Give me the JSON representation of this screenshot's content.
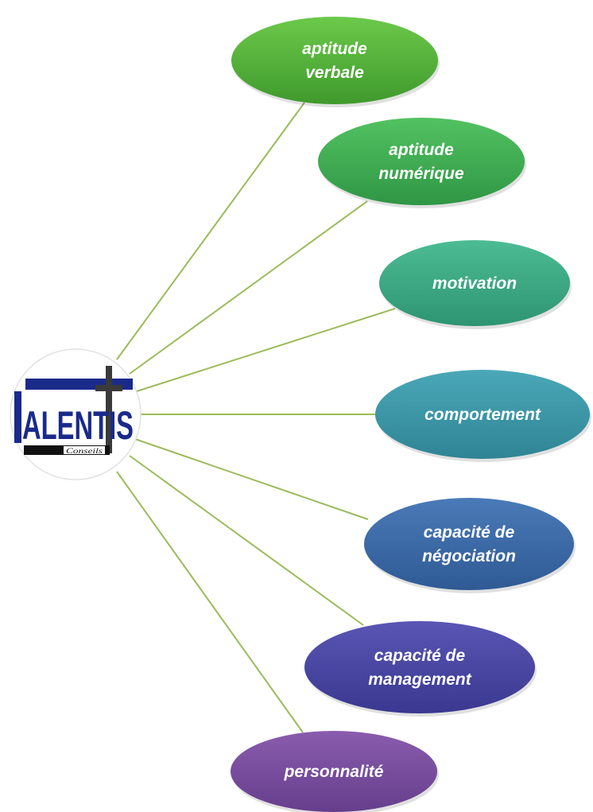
{
  "logo": {
    "brand": "ALENTIS",
    "tagline": "Conseils",
    "color_primary": "#1a2a8a",
    "color_dark": "#111111"
  },
  "diagram": {
    "connector_color": "#9bbb59",
    "nodes": [
      {
        "lines": [
          "aptitude",
          "verbale"
        ],
        "color_top": "#6cc94a",
        "color_bottom": "#3f9a2c"
      },
      {
        "lines": [
          "aptitude",
          "numérique"
        ],
        "color_top": "#52c261",
        "color_bottom": "#2f9645"
      },
      {
        "lines": [
          "motivation"
        ],
        "color_top": "#4cbc94",
        "color_bottom": "#2e9472"
      },
      {
        "lines": [
          "comportement"
        ],
        "color_top": "#4aa8b8",
        "color_bottom": "#2f8494"
      },
      {
        "lines": [
          "capacité de",
          "négociation"
        ],
        "color_top": "#4a7ab8",
        "color_bottom": "#2f5a94"
      },
      {
        "lines": [
          "capacité de",
          "management"
        ],
        "color_top": "#5a56b4",
        "color_bottom": "#3a3890"
      },
      {
        "lines": [
          "personnalité"
        ],
        "color_top": "#8a5cae",
        "color_bottom": "#663e8c"
      }
    ]
  }
}
